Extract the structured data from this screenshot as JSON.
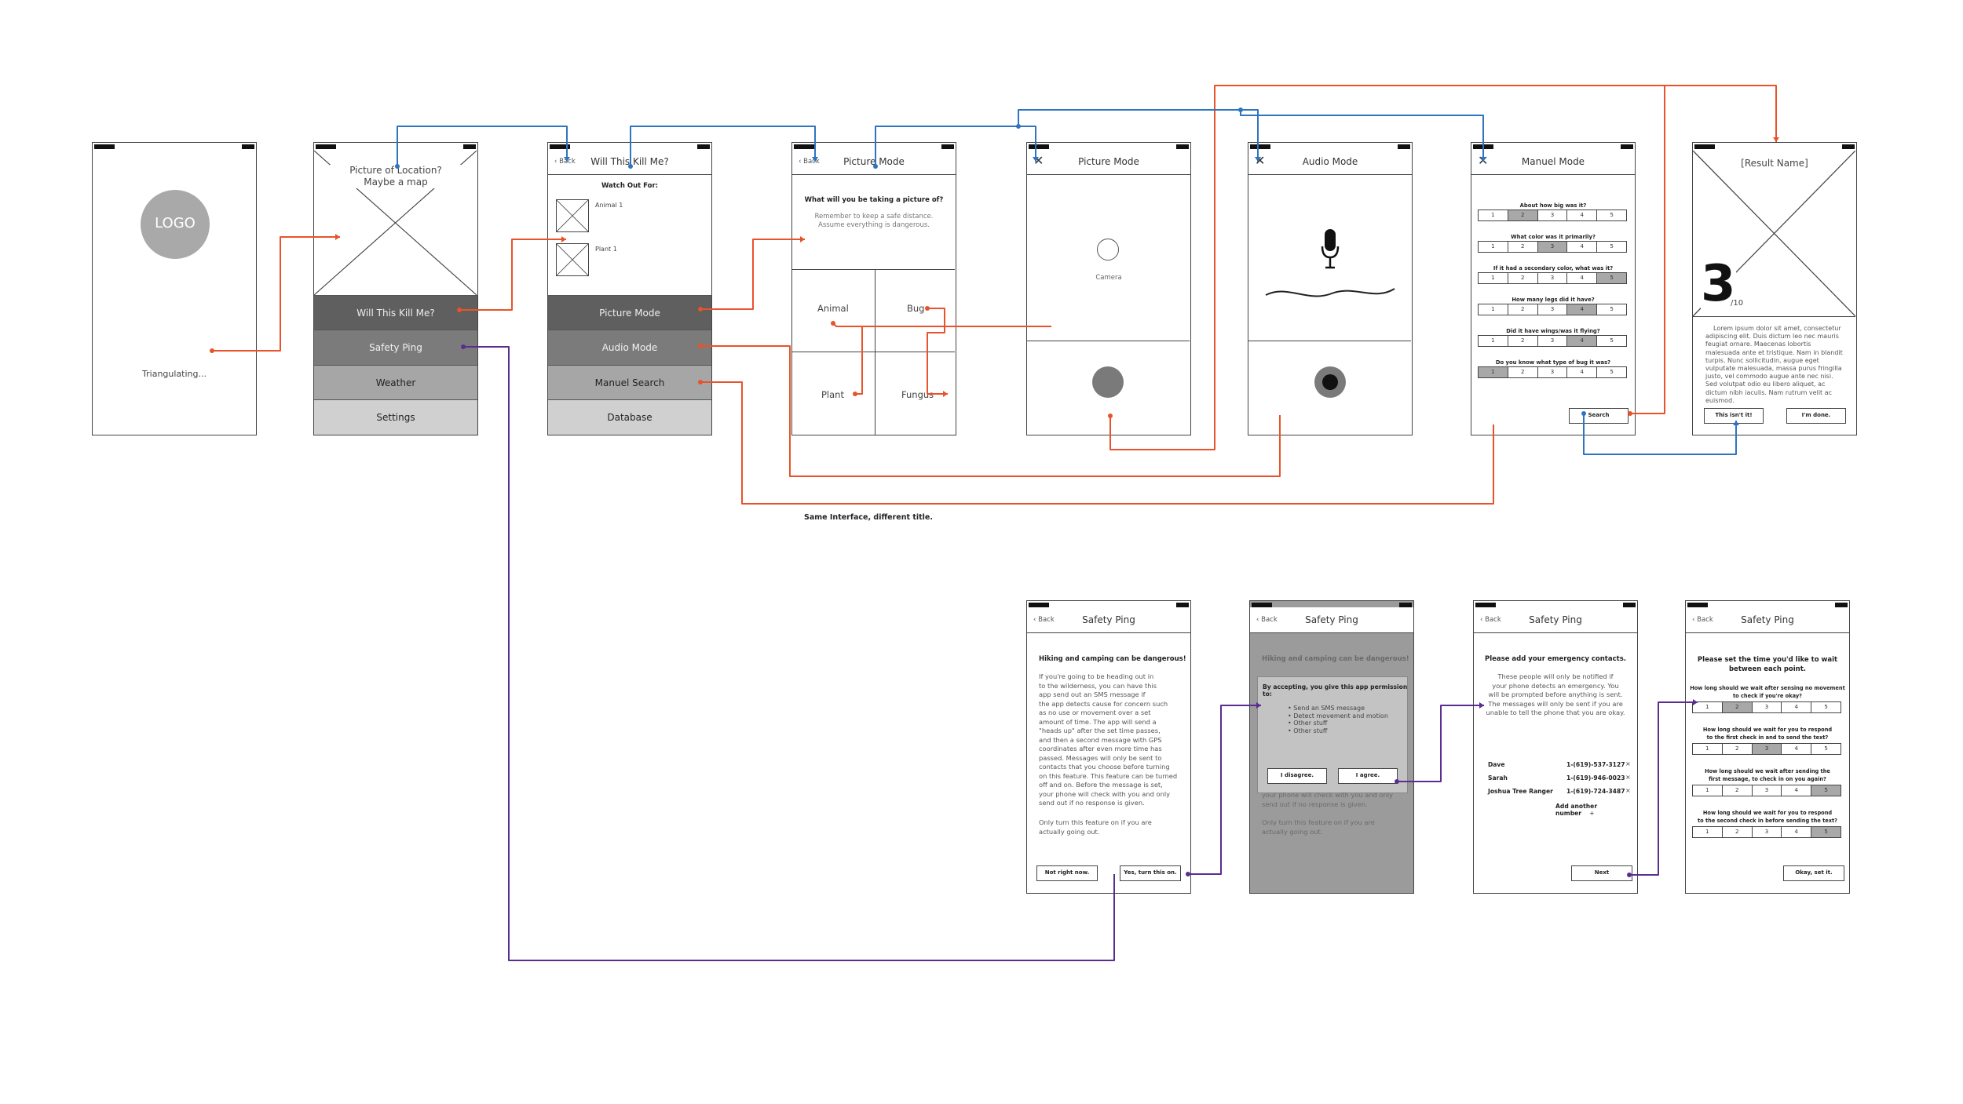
{
  "colors": {
    "orange": "#e8532b",
    "blue": "#2f74c0",
    "purple": "#5a2d91"
  },
  "splash": {
    "logo": "LOGO",
    "status": "Triangulating..."
  },
  "home": {
    "placeholder": "Picture of Location?\nMaybe a map",
    "tiles": [
      "Will This Kill Me?",
      "Safety Ping",
      "Weather",
      "Settings"
    ]
  },
  "will": {
    "back": "Back",
    "title": "Will This Kill Me?",
    "heading": "Watch Out For:",
    "items": [
      "Animal 1",
      "Plant 1"
    ],
    "tiles": [
      "Picture Mode",
      "Audio Mode",
      "Manuel Search",
      "Database"
    ]
  },
  "pic_select": {
    "back": "Back",
    "title": "Picture Mode",
    "question": "What will you be taking a picture of?",
    "hint": "Remember to keep a safe distance.\nAssume everything is dangerous.",
    "options": [
      "Animal",
      "Bug",
      "Plant",
      "Fungus"
    ]
  },
  "camera": {
    "close_icon": "close-icon",
    "title": "Picture Mode",
    "label": "Camera"
  },
  "audio": {
    "close_icon": "close-icon",
    "title": "Audio Mode",
    "mic_icon": "microphone-icon"
  },
  "manuel": {
    "title": "Manuel Mode",
    "questions": [
      {
        "q": "About how big was it?",
        "sel": 2
      },
      {
        "q": "What color was it primarily?",
        "sel": 3
      },
      {
        "q": "If it had a secondary color, what was it?",
        "sel": 5
      },
      {
        "q": "How many legs did it have?",
        "sel": 4
      },
      {
        "q": "Did it have wings/was it flying?",
        "sel": 4
      },
      {
        "q": "Do you know what type of bug it was?",
        "sel": 1
      }
    ],
    "scale": [
      "1",
      "2",
      "3",
      "4",
      "5"
    ],
    "search": "Search"
  },
  "result": {
    "title": "[Result Name]",
    "score": "3",
    "out_of": "/10",
    "body": "Lorem ipsum dolor sit amet, consectetur adipiscing elit. Duis dictum leo nec mauris feugiat ornare. Maecenas lobortis malesuada ante et tristique. Nam in blandit turpis. Nunc sollicitudin, augue eget vulputate malesuada, massa purus fringilla justo, vel commodo augue ante nec nisi. Sed volutpat odio eu libero aliquet, ac dictum nibh iaculis. Nam rutrum velit ac euismod.",
    "btn_wrong": "This isn't it!",
    "btn_done": "I'm done."
  },
  "note": "Same Interface, different title.",
  "safety_intro": {
    "back": "Back",
    "title": "Safety Ping",
    "heading": "Hiking and camping can be dangerous!",
    "body": "If you're going to be heading out in\nto the wilderness, you can have this\napp send out an SMS message if\nthe app detects cause for concern such\nas no use or movement over a set\namount of time. The app will send a\n\"heads up\" after the set time passes,\nand then a second message with GPS\ncoordinates after even more time has\npassed. Messages will only be sent to\ncontacts that you choose before turning\non this feature. This feature can be turned\noff and on. Before the message is set,\nyour phone will check with you and only\nsend out if no response is given.",
    "body2": "Only turn this feature on if you are\nactually going out.",
    "btn_no": "Not right now.",
    "btn_yes": "Yes, turn this on."
  },
  "safety_perm": {
    "back": "Back",
    "title": "Safety Ping",
    "heading": "Hiking and camping can be dangerous!",
    "dialog_title": "By accepting, you give this app permission to:",
    "perms": [
      "Send an SMS message",
      "Detect movement and motion",
      "Other stuff",
      "Other stuff"
    ],
    "btn_disagree": "I disagree.",
    "btn_agree": "I agree.",
    "under1": "your phone will check with you and only\nsend out if no response is given.",
    "under2": "Only turn this feature on if you are\nactually going out."
  },
  "contacts": {
    "back": "Back",
    "title": "Safety Ping",
    "heading": "Please add your emergency contacts.",
    "body": "These people will only be notified if\nyour phone detects an emergency. You\nwill be prompted before anything is sent.\nThe messages will only be sent if you are\nunable to tell the phone that you are okay.",
    "list": [
      {
        "name": "Dave",
        "phone": "1-(619)-537-3127"
      },
      {
        "name": "Sarah",
        "phone": "1-(619)-946-0023"
      },
      {
        "name": "Joshua Tree Ranger",
        "phone": "1-(619)-724-3487"
      }
    ],
    "add": "Add another number",
    "next": "Next"
  },
  "timing": {
    "back": "Back",
    "title": "Safety Ping",
    "heading": "Please set the time you'd like to wait\nbetween each point.",
    "questions": [
      {
        "q": "How long should we wait after sensing no movement\nto check if you're okay?",
        "sel": 2
      },
      {
        "q": "How long should we wait for you to respond\nto the first check in and to send the text?",
        "sel": 3
      },
      {
        "q": "How long should we wait after sending the\nfirst message, to check in on you again?",
        "sel": 5
      },
      {
        "q": "How long should we wait for you to respond\nto the second check in before sending the text?",
        "sel": 5
      }
    ],
    "scale": [
      "1",
      "2",
      "3",
      "4",
      "5"
    ],
    "btn": "Okay, set it."
  }
}
